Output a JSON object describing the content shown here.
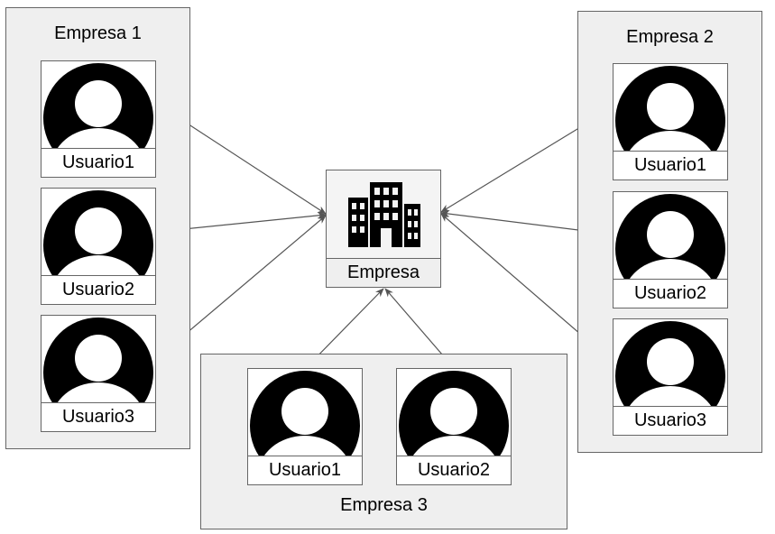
{
  "groups": {
    "empresa1": {
      "title": "Empresa 1",
      "users": [
        "Usuario1",
        "Usuario2",
        "Usuario3"
      ]
    },
    "empresa2": {
      "title": "Empresa 2",
      "users": [
        "Usuario1",
        "Usuario2",
        "Usuario3"
      ]
    },
    "empresa3": {
      "title": "Empresa 3",
      "users": [
        "Usuario1",
        "Usuario2"
      ]
    }
  },
  "center": {
    "label": "Empresa",
    "icon": "building-icon"
  },
  "user_icon": "user-avatar-icon",
  "colors": {
    "group_bg": "#efefef",
    "border": "#666666",
    "edge": "#555555",
    "icon": "#000000"
  }
}
